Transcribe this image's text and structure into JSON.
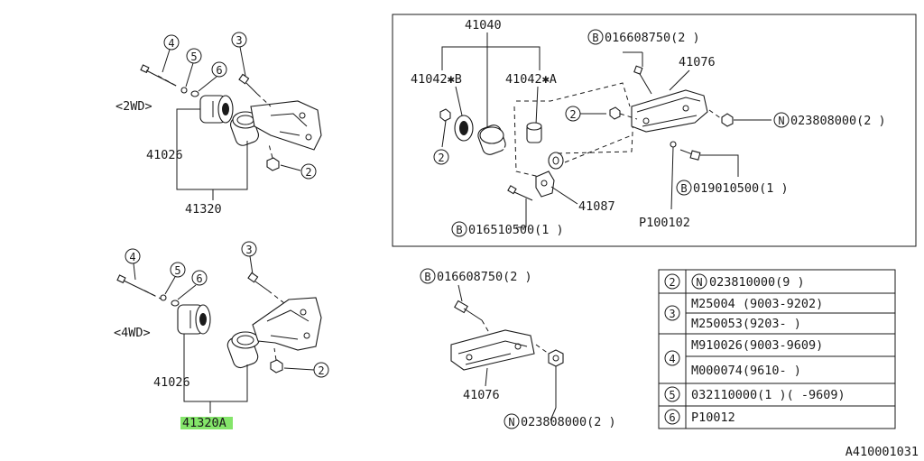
{
  "diagram_id": "A410001031",
  "group_2wd": {
    "label": "<2WD>",
    "callouts": [
      "4",
      "5",
      "6",
      "3",
      "2"
    ],
    "part_41026": "41026",
    "part_41320": "41320"
  },
  "group_4wd": {
    "label": "<4WD>",
    "callouts": [
      "4",
      "5",
      "6",
      "3",
      "2"
    ],
    "part_41026": "41026",
    "part_41320a": "41320A",
    "highlight_color": "#77e25a"
  },
  "box_group": {
    "p41040": "41040",
    "p41042b": "41042✱B",
    "p41042a": "41042✱A",
    "b016608750_top": "016608750(2 )",
    "p41076": "41076",
    "n023808000_top": "023808000(2 )",
    "b019010500": "019010500(1 )",
    "p41087": "41087",
    "b016510500": "016510500(1 )",
    "p100102": "P100102",
    "callout_2_left": "2",
    "callout_2_mid": "2"
  },
  "lower_group": {
    "b016608750": "016608750(2 )",
    "p41076": "41076",
    "n023808000": "023808000(2 )"
  },
  "letters": {
    "B": "B",
    "N": "N"
  },
  "legend": [
    {
      "num": "2",
      "rows": [
        {
          "prefix": "N",
          "text": "023810000(9 )"
        }
      ]
    },
    {
      "num": "3",
      "rows": [
        {
          "prefix": "",
          "text": "M25004  (9003-9202)"
        },
        {
          "prefix": "",
          "text": "M250053(9203-    )"
        }
      ]
    },
    {
      "num": "4",
      "rows": [
        {
          "prefix": "",
          "text": "M910026(9003-9609)"
        },
        {
          "prefix": "",
          "text": "M000074(9610-    )"
        }
      ]
    },
    {
      "num": "5",
      "rows": [
        {
          "prefix": "",
          "text": "032110000(1 )(  -9609)"
        }
      ]
    },
    {
      "num": "6",
      "rows": [
        {
          "prefix": "",
          "text": "P10012"
        }
      ]
    }
  ]
}
